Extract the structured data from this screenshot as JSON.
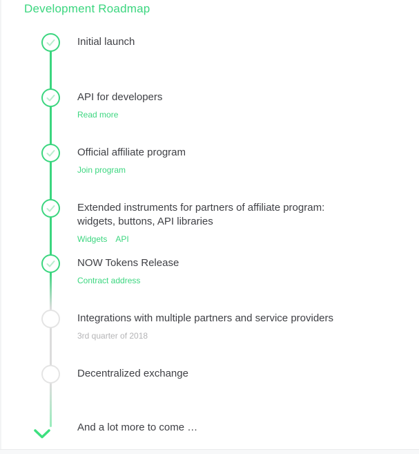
{
  "page": {
    "title": "Development Roadmap"
  },
  "colors": {
    "accent_green": "#3bd67f",
    "check_light_green": "#b9eccd",
    "line_gray": "#dcdcdc",
    "upcoming_ring_gray": "#e4e4e4",
    "title_text": "#3f4045",
    "note_gray": "#b4b4b6"
  },
  "icons": {
    "done_marker": "check-icon",
    "more_marker": "chevron-down-icon"
  },
  "roadmap": {
    "items": [
      {
        "title": "Initial launch",
        "status": "done",
        "links": [],
        "note": ""
      },
      {
        "title": "API for developers",
        "status": "done",
        "links": [
          "Read more"
        ],
        "note": ""
      },
      {
        "title": "Official affiliate program",
        "status": "done",
        "links": [
          "Join program"
        ],
        "note": ""
      },
      {
        "title": "Extended instruments for partners of affiliate program: widgets, buttons, API libraries",
        "status": "done",
        "links": [
          "Widgets",
          "API"
        ],
        "note": ""
      },
      {
        "title": "NOW Tokens Release",
        "status": "done",
        "links": [
          "Contract address"
        ],
        "note": ""
      },
      {
        "title": "Integrations with multiple partners and service providers",
        "status": "upcoming",
        "links": [],
        "note": "3rd quarter of 2018"
      },
      {
        "title": "Decentralized exchange",
        "status": "upcoming",
        "links": [],
        "note": ""
      },
      {
        "title": "And a lot more to come …",
        "status": "more",
        "links": [],
        "note": ""
      }
    ]
  }
}
